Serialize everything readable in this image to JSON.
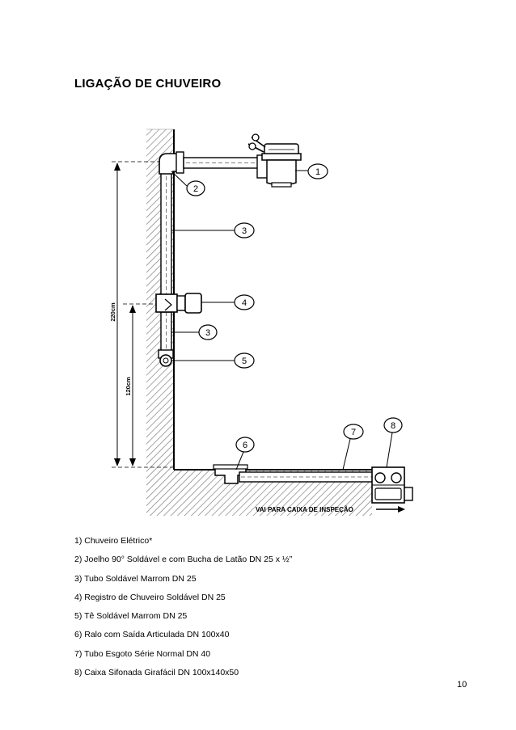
{
  "title": "LIGAÇÃO DE CHUVEIRO",
  "diagram": {
    "callouts": [
      "1",
      "2",
      "3",
      "4",
      "3",
      "5",
      "6",
      "7",
      "8"
    ],
    "dimension_total": "220cm",
    "dimension_register": "120cm",
    "drain_direction_label": "VAI PARA CAIXA DE INSPEÇÃO"
  },
  "legend": [
    "1) Chuveiro Elétrico*",
    "2) Joelho 90° Soldável e com Bucha de Latão DN 25 x ½”",
    "3) Tubo Soldável Marrom DN 25",
    "4) Registro de Chuveiro Soldável DN 25",
    "5) Tê Soldável Marrom DN 25",
    "6) Ralo com Saída Articulada DN 100x40",
    "7) Tubo Esgoto Série Normal DN 40",
    "8) Caixa Sifonada Girafácil DN 100x140x50"
  ],
  "page_number": "10"
}
